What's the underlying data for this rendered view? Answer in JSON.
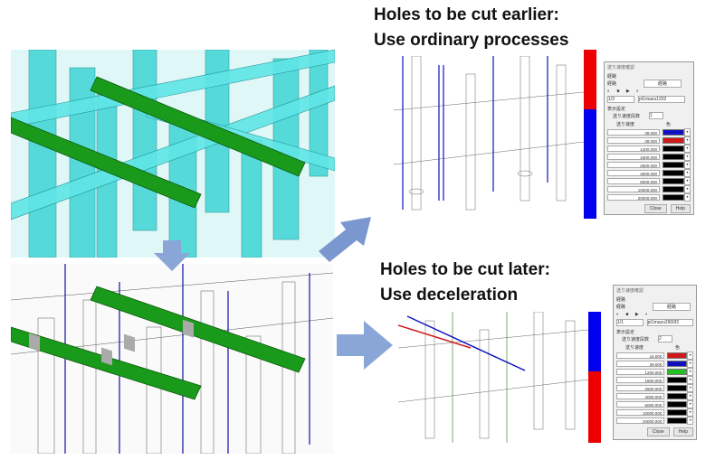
{
  "titles": {
    "earlier_line1": "Holes to be cut earlier:",
    "earlier_line2": "Use ordinary processes",
    "later_line1": "Holes to be cut later:",
    "later_line2": "Use deceleration"
  },
  "dialog_top": {
    "title": "送り速度確認",
    "group": "経路",
    "route_label": "経路",
    "route_value": "経路",
    "page": "1/3",
    "file": "pt1mazu1202",
    "display_group": "表示設定",
    "levels_label": "送り速度段数",
    "levels_value": "1",
    "speed_header": "送り速度",
    "color_header": "色",
    "rows": [
      {
        "value": "39.000",
        "color": "#1010c0"
      },
      {
        "value": "39.000",
        "color": "#d01818"
      },
      {
        "value": "1200.000",
        "color": "#000000"
      },
      {
        "value": "1600.000",
        "color": "#000000"
      },
      {
        "value": "2500.000",
        "color": "#000000"
      },
      {
        "value": "4000.000",
        "color": "#000000"
      },
      {
        "value": "6000.000",
        "color": "#000000"
      },
      {
        "value": "10000.000",
        "color": "#000000"
      },
      {
        "value": "20000.000",
        "color": "#000000"
      }
    ],
    "close": "Close",
    "help": "Help"
  },
  "dialog_bottom": {
    "title": "送り速度確認",
    "group": "経路",
    "route_label": "経路",
    "route_value": "経路",
    "page": "1/1",
    "file": "pt1mazu2900f2",
    "display_group": "表示設定",
    "levels_label": "送り速度段数",
    "levels_value": "2",
    "speed_header": "送り速度",
    "color_header": "色",
    "rows": [
      {
        "value": "16.000",
        "color": "#d01818"
      },
      {
        "value": "39.000",
        "color": "#1010c0"
      },
      {
        "value": "1200.000",
        "color": "#22c022"
      },
      {
        "value": "1600.000",
        "color": "#000000"
      },
      {
        "value": "2500.000",
        "color": "#000000"
      },
      {
        "value": "4000.000",
        "color": "#000000"
      },
      {
        "value": "6000.000",
        "color": "#000000"
      },
      {
        "value": "10000.000",
        "color": "#000000"
      },
      {
        "value": "20000.000",
        "color": "#000000"
      }
    ],
    "close": "Close",
    "help": "Help"
  },
  "colors": {
    "red": "#ee0000",
    "blue": "#0000ee",
    "cyan": "#33d6d6",
    "green": "#1a9a1a"
  }
}
